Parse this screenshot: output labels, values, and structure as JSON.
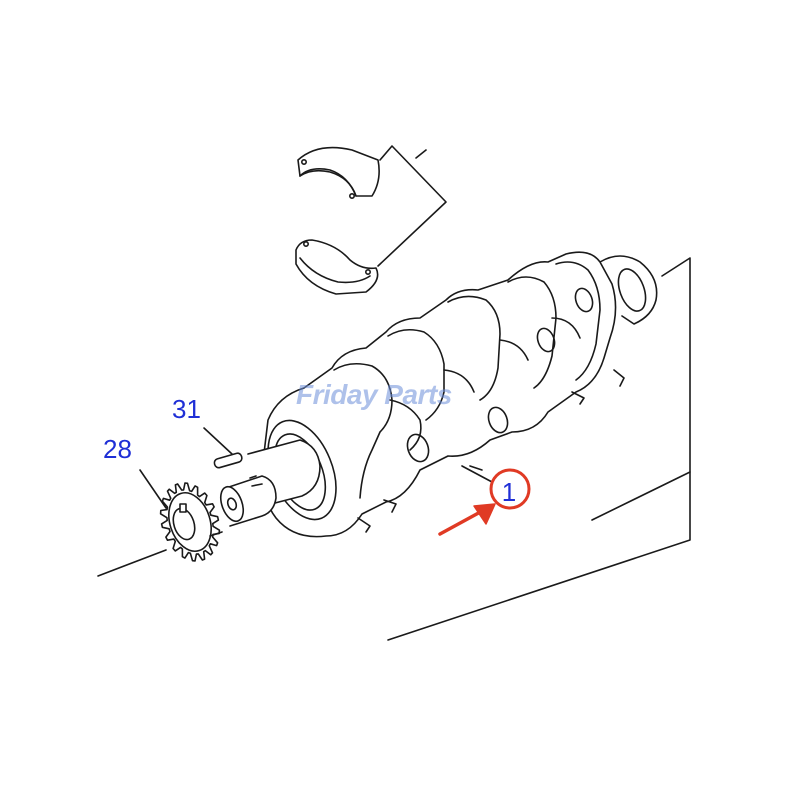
{
  "colors": {
    "line": "#1a1a1a",
    "label": "#1f2fd6",
    "highlight": "#e03a24",
    "watermark": "#6d8fd9"
  },
  "watermark": "Friday Parts",
  "callouts": [
    {
      "id": "part-31",
      "text": "31"
    },
    {
      "id": "part-28",
      "text": "28"
    },
    {
      "id": "part-1",
      "text": "1",
      "highlighted": true
    }
  ]
}
